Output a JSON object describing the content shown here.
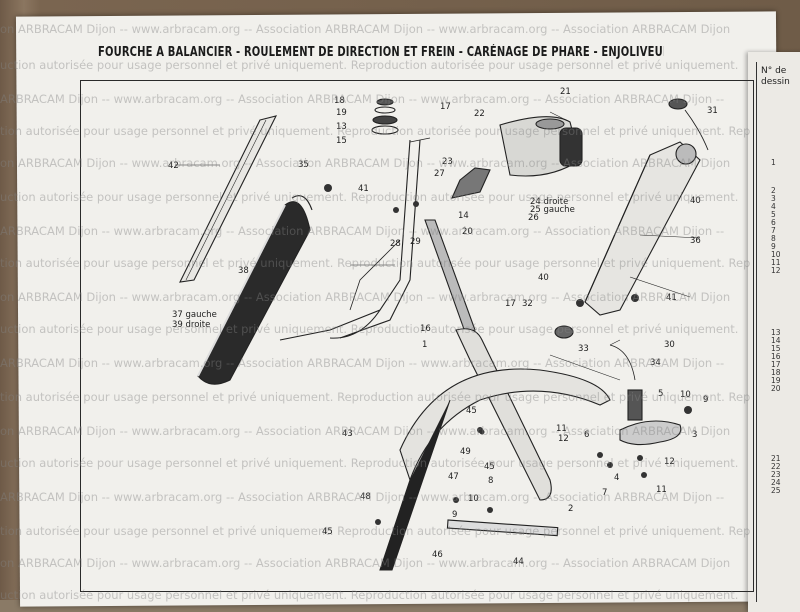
{
  "title": "FOURCHE A BALANCIER - ROULEMENT DE DIRECTION ET FREIN - CARÉNAGE DE PHARE - ENJOLIVEUR - RÉSERVOIR D'ESSENCE - GARDE-BOUE AVANT",
  "side_table": {
    "header": "N° de dessin",
    "numbers": [
      "1",
      "2",
      "3",
      "4",
      "5",
      "6",
      "7",
      "8",
      "9",
      "10",
      "11",
      "12",
      "13",
      "14",
      "15",
      "16",
      "17",
      "18",
      "19",
      "20",
      "21",
      "22",
      "23",
      "24",
      "25"
    ]
  },
  "part_labels": [
    "18",
    "19",
    "17",
    "13",
    "15",
    "21",
    "22",
    "31",
    "42",
    "35",
    "23",
    "27",
    "41",
    "14",
    "24 droite",
    "25 gauche",
    "26",
    "29",
    "20",
    "28",
    "40",
    "36",
    "38",
    "37 gauche",
    "39 droite",
    "40",
    "41",
    "17",
    "32",
    "16",
    "30",
    "33",
    "34",
    "1",
    "5",
    "10",
    "9",
    "45",
    "11",
    "12",
    "43",
    "6",
    "3",
    "49",
    "45",
    "47",
    "4",
    "12",
    "8",
    "48",
    "10",
    "7",
    "11",
    "2",
    "9",
    "45",
    "46",
    "44"
  ],
  "watermarks": [
    "on ARBRACAM Dijon -- www.arbracam.org -- Association ARBRACAM Dijon -- www.arbracam.org -- Association ARBRACAM Dijon",
    "uction autorisée pour usage personnel et privé uniquement. Reproduction autorisée pour usage personnel et privé uniquement.",
    "ARBRACAM Dijon -- www.arbracam.org -- Association ARBRACAM Dijon -- www.arbracam.org -- Association ARBRACAM Dijon --",
    "tion autorisée pour usage personnel et privé uniquement. Reproduction autorisée pour usage personnel et privé uniquement. Rep"
  ]
}
